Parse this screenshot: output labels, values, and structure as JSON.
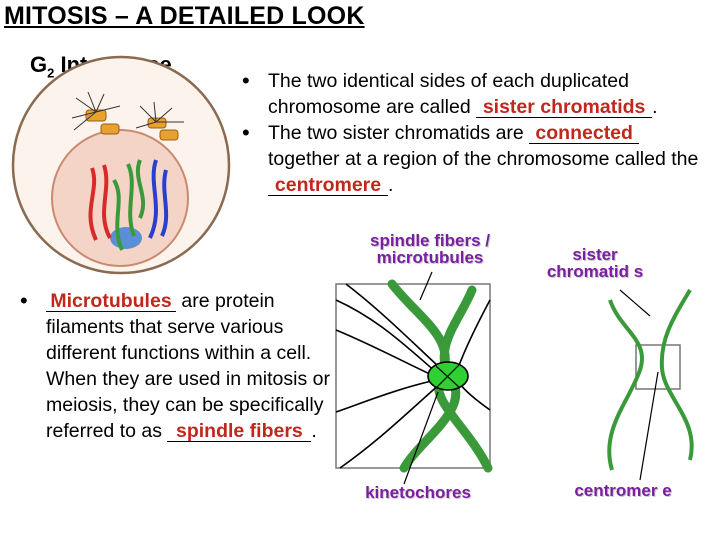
{
  "title": "MITOSIS – A DETAILED LOOK",
  "subtitle": {
    "main": "G",
    "sub": "2",
    "rest": " Interphase"
  },
  "bullets": [
    {
      "before": "The two identical sides of each duplicated chromosome are called ",
      "answer": "sister chromatids",
      "after": "."
    },
    {
      "before": "The two sister chromatids are ",
      "answer": "connected",
      "middle": " together at a region of the chromosome called the ",
      "answer2": "centromere",
      "after": "."
    }
  ],
  "microtubules_note": {
    "answer": "Microtubules",
    "text": " are protein filaments that serve various different functions within a cell.  When they are used in mitosis or meiosis, they can be specifically referred to as ",
    "answer2": "spindle fibers",
    "after": "."
  },
  "diagram_labels": {
    "spindle": "spindle fibers / microtubules",
    "sister": "sister chromatid s",
    "kinetochores": "kinetochores",
    "centromere": "centromer e"
  },
  "colors": {
    "answer": "#c0281e",
    "label": "#7a1fa0",
    "chromatid_green": "#3a9a3a",
    "cell_fill": "#f4d4c6",
    "chromosome_red": "#d82a2a",
    "chromosome_blue": "#2a3fd0",
    "centriole": "#e8a030"
  }
}
